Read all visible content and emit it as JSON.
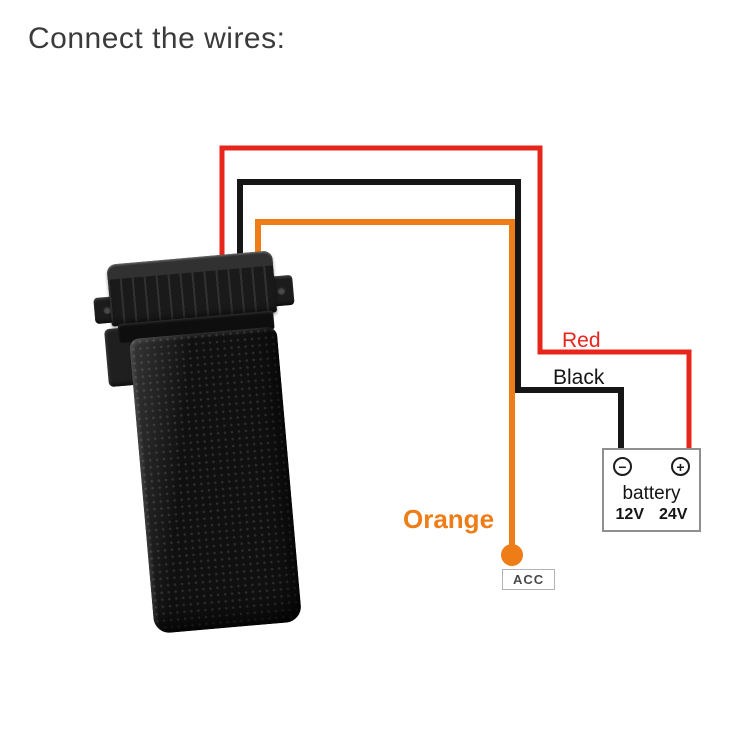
{
  "title": "Connect the wires:",
  "wires": {
    "red": {
      "label": "Red",
      "color": "#e8251b"
    },
    "black": {
      "label": "Black",
      "color": "#161616"
    },
    "orange": {
      "label": "Orange",
      "color": "#ee7d18"
    }
  },
  "acc": {
    "label": "ACC"
  },
  "battery": {
    "minus_symbol": "−",
    "plus_symbol": "+",
    "label": "battery",
    "voltages": [
      "12V",
      "24V"
    ]
  }
}
